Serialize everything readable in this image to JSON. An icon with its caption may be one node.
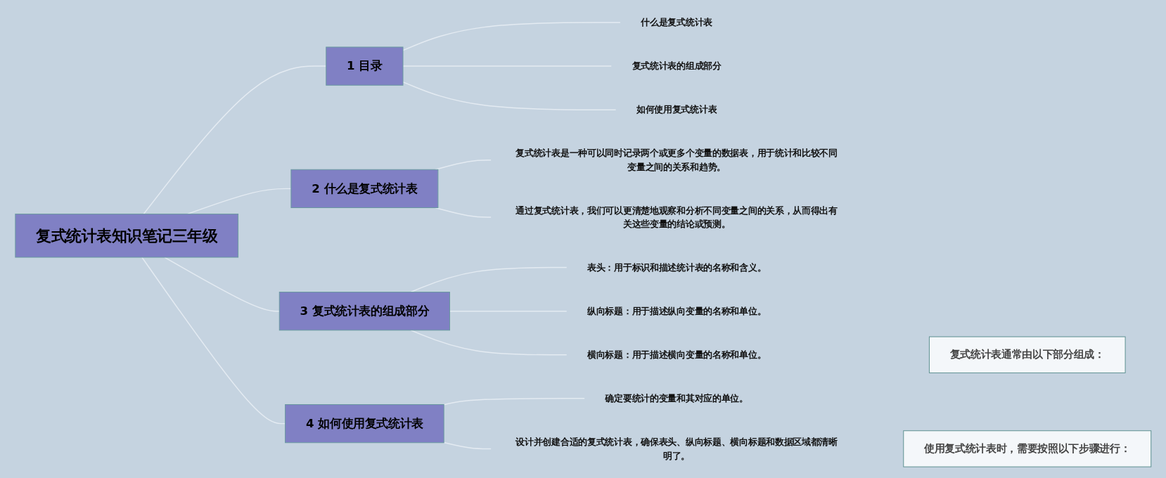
{
  "diagram": {
    "nodes": [
      {
        "text": [
          "复式统计表知识笔记三年级"
        ]
      },
      {
        "text": [
          "1 目录"
        ]
      },
      {
        "text": [
          "什么是复式统计表"
        ]
      },
      {
        "text": [
          "复式统计表的组成部分"
        ]
      },
      {
        "text": [
          "如何使用复式统计表"
        ]
      },
      {
        "text": [
          "2 什么是复式统计表"
        ]
      },
      {
        "text": [
          "复式统计表是一种可以同时记录两个或更多个变量的数据表，用于统计和比较不同变量之间的关系和趋势。"
        ]
      },
      {
        "text": [
          "通过复式统计表，我们可以更清楚地观察和分析不同变量之间的关系，从而得出有关这些变量的结论或预测。"
        ]
      },
      {
        "text": [
          "3 复式统计表的组成部分"
        ]
      },
      {
        "text": [
          "表头：用于标识和描述统计表的名称和含义。"
        ]
      },
      {
        "text": [
          "纵向标题：用于描述纵向变量的名称和单位。"
        ]
      },
      {
        "text": [
          "横向标题：用于描述横向变量的名称和单位。"
        ]
      },
      {
        "text": [
          "复式统计表通常由以下部分组成："
        ]
      },
      {
        "text": [
          "4 如何使用复式统计表"
        ]
      },
      {
        "text": [
          "确定要统计的变量和其对应的单位。"
        ]
      },
      {
        "text": [
          "设计并创建合适的复式统计表，确保表头、纵向标题、横向标题和数据区域都清晰明了。"
        ]
      },
      {
        "text": [
          "使用复式统计表时，需要按照以下步骤进行："
        ]
      }
    ],
    "edges": [
      {
        "from": 0,
        "to": 1,
        "arrow": "none"
      },
      {
        "from": 1,
        "to": 2,
        "arrow": "none"
      },
      {
        "from": 1,
        "to": 3,
        "arrow": "none"
      },
      {
        "from": 1,
        "to": 4,
        "arrow": "none"
      },
      {
        "from": 0,
        "to": 5,
        "arrow": "none"
      },
      {
        "from": 5,
        "to": 6,
        "arrow": "none"
      },
      {
        "from": 5,
        "to": 7,
        "arrow": "none"
      },
      {
        "from": 0,
        "to": 8,
        "arrow": "none"
      },
      {
        "from": 8,
        "to": 9,
        "arrow": "none"
      },
      {
        "from": 8,
        "to": 10,
        "arrow": "none"
      },
      {
        "from": 8,
        "to": 11,
        "arrow": "none"
      },
      {
        "from": 0,
        "to": 13,
        "arrow": "none"
      },
      {
        "from": 13,
        "to": 14,
        "arrow": "none"
      },
      {
        "from": 13,
        "to": 15,
        "arrow": "none"
      }
    ]
  }
}
